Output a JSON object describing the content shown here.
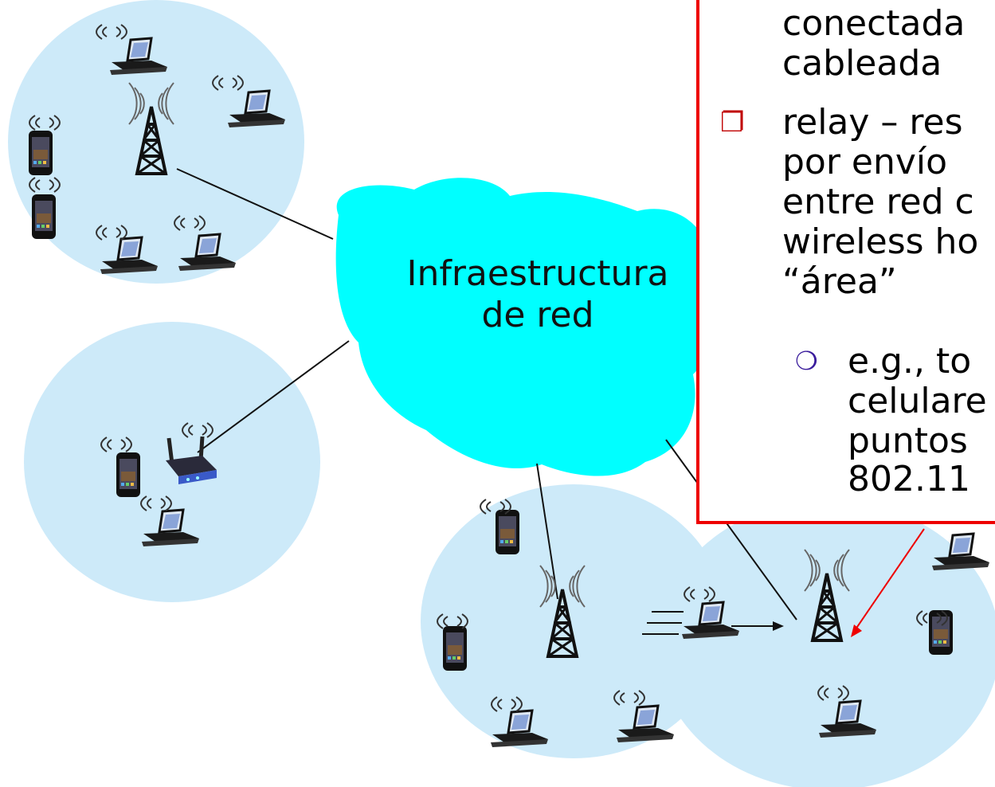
{
  "cloud": {
    "label_line1": "Infraestructura",
    "label_line2": "de red"
  },
  "textbox": {
    "lines_top": [
      "conectada",
      "cableada"
    ],
    "bullet_symbol": "❐",
    "bullet_lines": [
      "relay – res",
      "por envío",
      "entre red c",
      "wireless ho",
      "“área”"
    ],
    "sub_bullet_symbol": "❍",
    "sub_bullet_lines": [
      "e.g., to",
      "celulare",
      "puntos",
      "802.11"
    ]
  },
  "colors": {
    "area": "#cdeaf9",
    "cloud": "#00ffff",
    "highlight": "#ee0000",
    "sub_bullet": "#3a1c9c"
  },
  "icons": [
    "cell-tower-icon",
    "laptop-icon",
    "smartphone-icon",
    "wifi-router-icon"
  ]
}
